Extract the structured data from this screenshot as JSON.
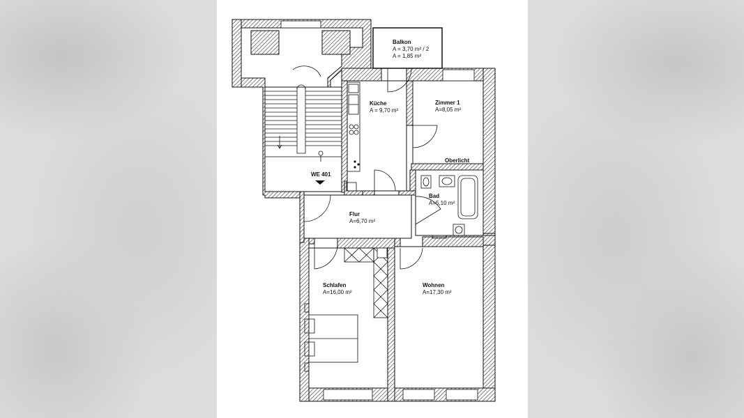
{
  "rooms": {
    "balkon": {
      "name": "Balkon",
      "area_line1": "A = 3,70 m² / 2",
      "area_line2": "A = 1,85 m²"
    },
    "kueche": {
      "name": "Küche",
      "area": "A = 9,70 m²"
    },
    "zimmer1": {
      "name": "Zimmer 1",
      "area": "A=8,05 m²"
    },
    "oberlicht": {
      "label": "Oberlicht"
    },
    "bad": {
      "name": "Bad",
      "area": "A=5,10 m²"
    },
    "flur": {
      "name": "Flur",
      "area": "A=6,70 m²"
    },
    "schlafen": {
      "name": "Schlafen",
      "area": "A=16,00 m²"
    },
    "wohnen": {
      "name": "Wohnen",
      "area": "A=17,30 m²"
    }
  },
  "unit": {
    "label": "WE 401"
  },
  "colors": {
    "wall_hatch": "#333333",
    "background": "#ffffff",
    "page_bg": "#d9d9d9"
  }
}
